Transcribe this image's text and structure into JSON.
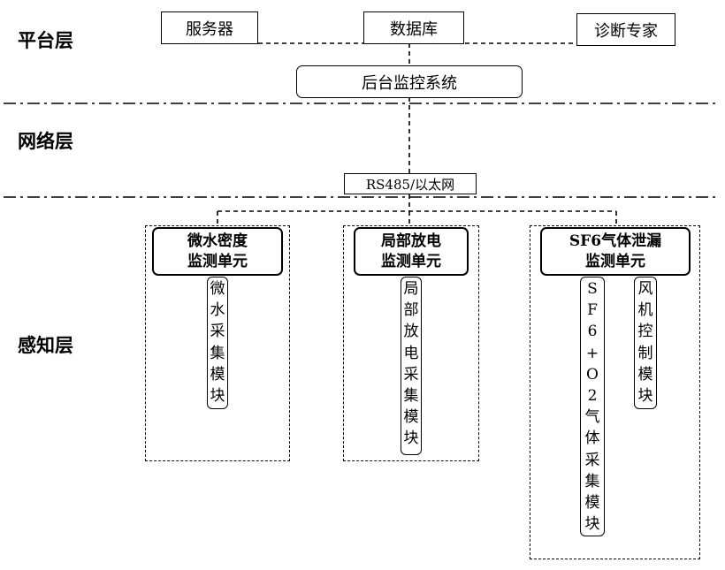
{
  "layers": {
    "platform": "平台层",
    "network": "网络层",
    "perception": "感知层"
  },
  "platform": {
    "server": "服务器",
    "database": "数据库",
    "expert": "诊断专家",
    "backend": "后台监控系统"
  },
  "network": {
    "link": "RS485/以太网"
  },
  "units": {
    "micro_water": {
      "line1": "微水密度",
      "line2": "监测单元",
      "module": "微\n水\n采\n集\n模\n块"
    },
    "partial_discharge": {
      "line1": "局部放电",
      "line2": "监测单元",
      "module": "局\n部\n放\n电\n采\n集\n模\n块"
    },
    "sf6_leak": {
      "line1": "SF6气体泄漏",
      "line2": "监测单元",
      "gas_module": "S\nF\n6\n+\nO\n2\n气\n体\n采\n集\n模\n块",
      "fan_module": "风\n机\n控\n制\n模\n块"
    }
  }
}
